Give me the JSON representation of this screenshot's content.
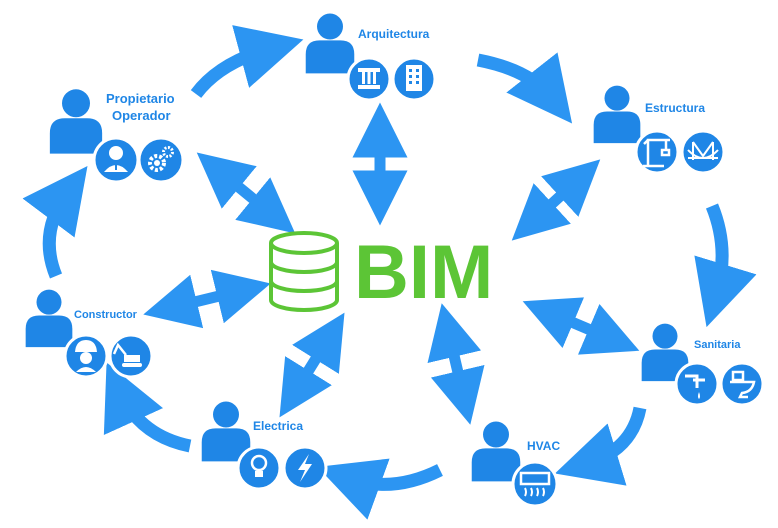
{
  "center": {
    "text": "BIM",
    "icon": "database-icon"
  },
  "colors": {
    "accent": "#1f86e6",
    "arrow": "#2c95f2",
    "bim": "#5cc536",
    "icon_fill": "#1f86e6"
  },
  "nodes": {
    "arquitectura": {
      "label": "Arquitectura",
      "icons": [
        "column-icon",
        "building-icon"
      ]
    },
    "estructura": {
      "label": "Estructura",
      "icons": [
        "crane-icon",
        "bridge-icon"
      ]
    },
    "sanitaria": {
      "label": "Sanitaria",
      "icons": [
        "pipe-faucet-icon",
        "toilet-icon"
      ]
    },
    "hvac": {
      "label": "HVAC",
      "icons": [
        "air-conditioner-icon"
      ]
    },
    "electrica": {
      "label": "Electrica",
      "icons": [
        "lightbulb-icon",
        "lightning-icon"
      ]
    },
    "constructor": {
      "label": "Constructor",
      "icons": [
        "hardhat-worker-icon",
        "excavator-icon"
      ]
    },
    "propietario": {
      "label_line1": "Propietario",
      "label_line2": "Operador",
      "icons": [
        "businessman-icon",
        "gears-icon"
      ]
    }
  }
}
